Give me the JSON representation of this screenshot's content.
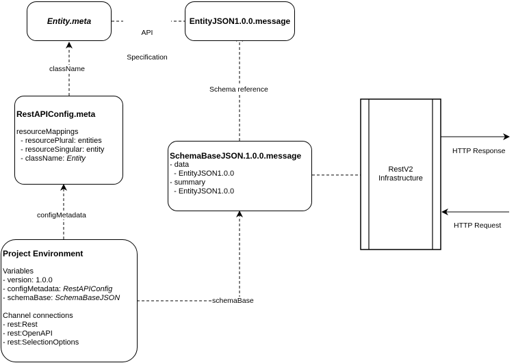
{
  "nodes": {
    "entity_meta": {
      "title": "Entity.meta"
    },
    "entity_json": {
      "title": "EntityJSON1.0.0.message"
    },
    "rest_api_config": {
      "title": "RestAPIConfig.meta",
      "lines": [
        "resourceMappings",
        "  - resourcePlural: entities",
        "  - resourceSingular: entity",
        "  - className: "
      ],
      "class_name_value": "Entity"
    },
    "schema_base_json": {
      "title": "SchemaBaseJSON.1.0.0.message",
      "lines": [
        "- data",
        "  - EntityJSON1.0.0",
        "- summary",
        "  - EntityJSON1.0.0"
      ]
    },
    "restv2": {
      "line1": "RestV2",
      "line2": "Infrastructure"
    },
    "project_env": {
      "title": "Project Environment",
      "variables_heading": "Variables",
      "version": "- version: 1.0.0",
      "config_prefix": "- configMetadata: ",
      "config_value": "RestAPIConfig",
      "schema_prefix": "- schemaBase: ",
      "schema_value": "SchemaBaseJSON",
      "channels_heading": "Channel connections",
      "channels": [
        "- rest:Rest",
        "- rest:OpenAPI",
        "- rest:SelectionOptions"
      ]
    }
  },
  "edge_labels": {
    "api_spec_1": "API",
    "api_spec_2": "Specification",
    "class_name": "className",
    "schema_reference": "Schema reference",
    "config_metadata": "configMetadata",
    "schema_base": "schemaBase",
    "http_response": "HTTP Response",
    "http_request": "HTTP Request"
  }
}
